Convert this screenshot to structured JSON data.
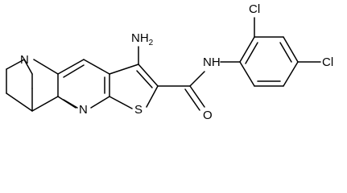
{
  "structure": {
    "atom_labels": {
      "n_bridgehead": "N",
      "n_pyridine": "N",
      "s_thiophene": "S",
      "nh2": "NH",
      "nh2_sub": "2",
      "amide_nh": "NH",
      "amide_o": "O",
      "cl_ortho": "Cl",
      "cl_para": "Cl"
    },
    "colors": {
      "bond": "#000000",
      "text": "#000000",
      "background": "#ffffff"
    }
  }
}
